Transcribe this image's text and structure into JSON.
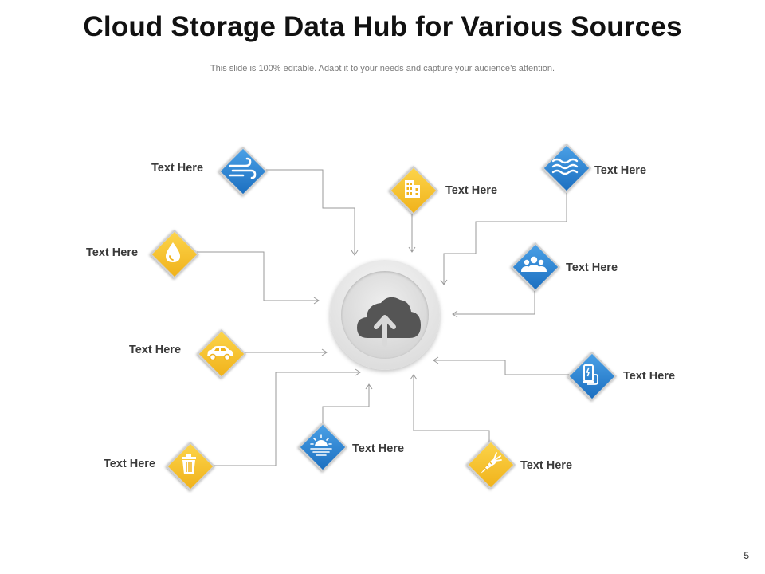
{
  "slide": {
    "title": "Cloud Storage Data Hub for Various Sources",
    "subtitle": "This slide is 100% editable. Adapt it to your needs and capture your audience’s attention.",
    "page_number": "5"
  },
  "hub": {
    "icon": "cloud-upload-icon"
  },
  "sources": [
    {
      "label": "Text Here",
      "icon": "wind-icon",
      "color": "#1c6fc0"
    },
    {
      "label": "Text Here",
      "icon": "building-icon",
      "color": "#f0b21b"
    },
    {
      "label": "Text Here",
      "icon": "water-waves-icon",
      "color": "#1c6fc0"
    },
    {
      "label": "Text Here",
      "icon": "water-drop-icon",
      "color": "#f0b21b"
    },
    {
      "label": "Text Here",
      "icon": "people-group-icon",
      "color": "#1c6fc0"
    },
    {
      "label": "Text Here",
      "icon": "car-icon",
      "color": "#f0b21b"
    },
    {
      "label": "Text Here",
      "icon": "electric-charger-icon",
      "color": "#1c6fc0"
    },
    {
      "label": "Text Here",
      "icon": "trash-bin-icon",
      "color": "#f0b21b"
    },
    {
      "label": "Text Here",
      "icon": "sunrise-icon",
      "color": "#1c6fc0"
    },
    {
      "label": "Text Here",
      "icon": "carrot-icon",
      "color": "#f0b21b"
    }
  ],
  "colors": {
    "blue": "#1c6fc0",
    "yellow": "#f0b21b",
    "connector": "#9a9a9a",
    "hub_icon": "#555555"
  }
}
